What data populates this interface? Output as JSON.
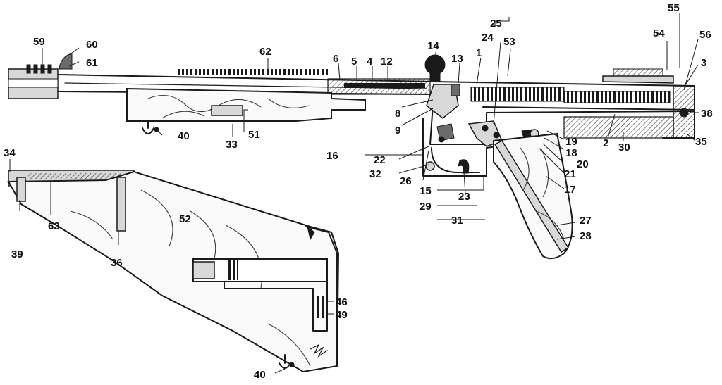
{
  "labels": [
    "1",
    "2",
    "3",
    "4",
    "5",
    "6",
    "8",
    "9",
    "12",
    "13",
    "14",
    "15",
    "16",
    "17",
    "18",
    "19",
    "20",
    "21",
    "22",
    "23",
    "24",
    "25",
    "26",
    "27",
    "28",
    "29",
    "30",
    "31",
    "32",
    "33",
    "34",
    "35",
    "36",
    "38",
    "39",
    "40",
    "46",
    "49",
    "51",
    "52",
    "53",
    "54",
    "55",
    "56",
    "59",
    "60",
    "61",
    "62",
    "63"
  ],
  "extra_labels": [
    "40"
  ]
}
